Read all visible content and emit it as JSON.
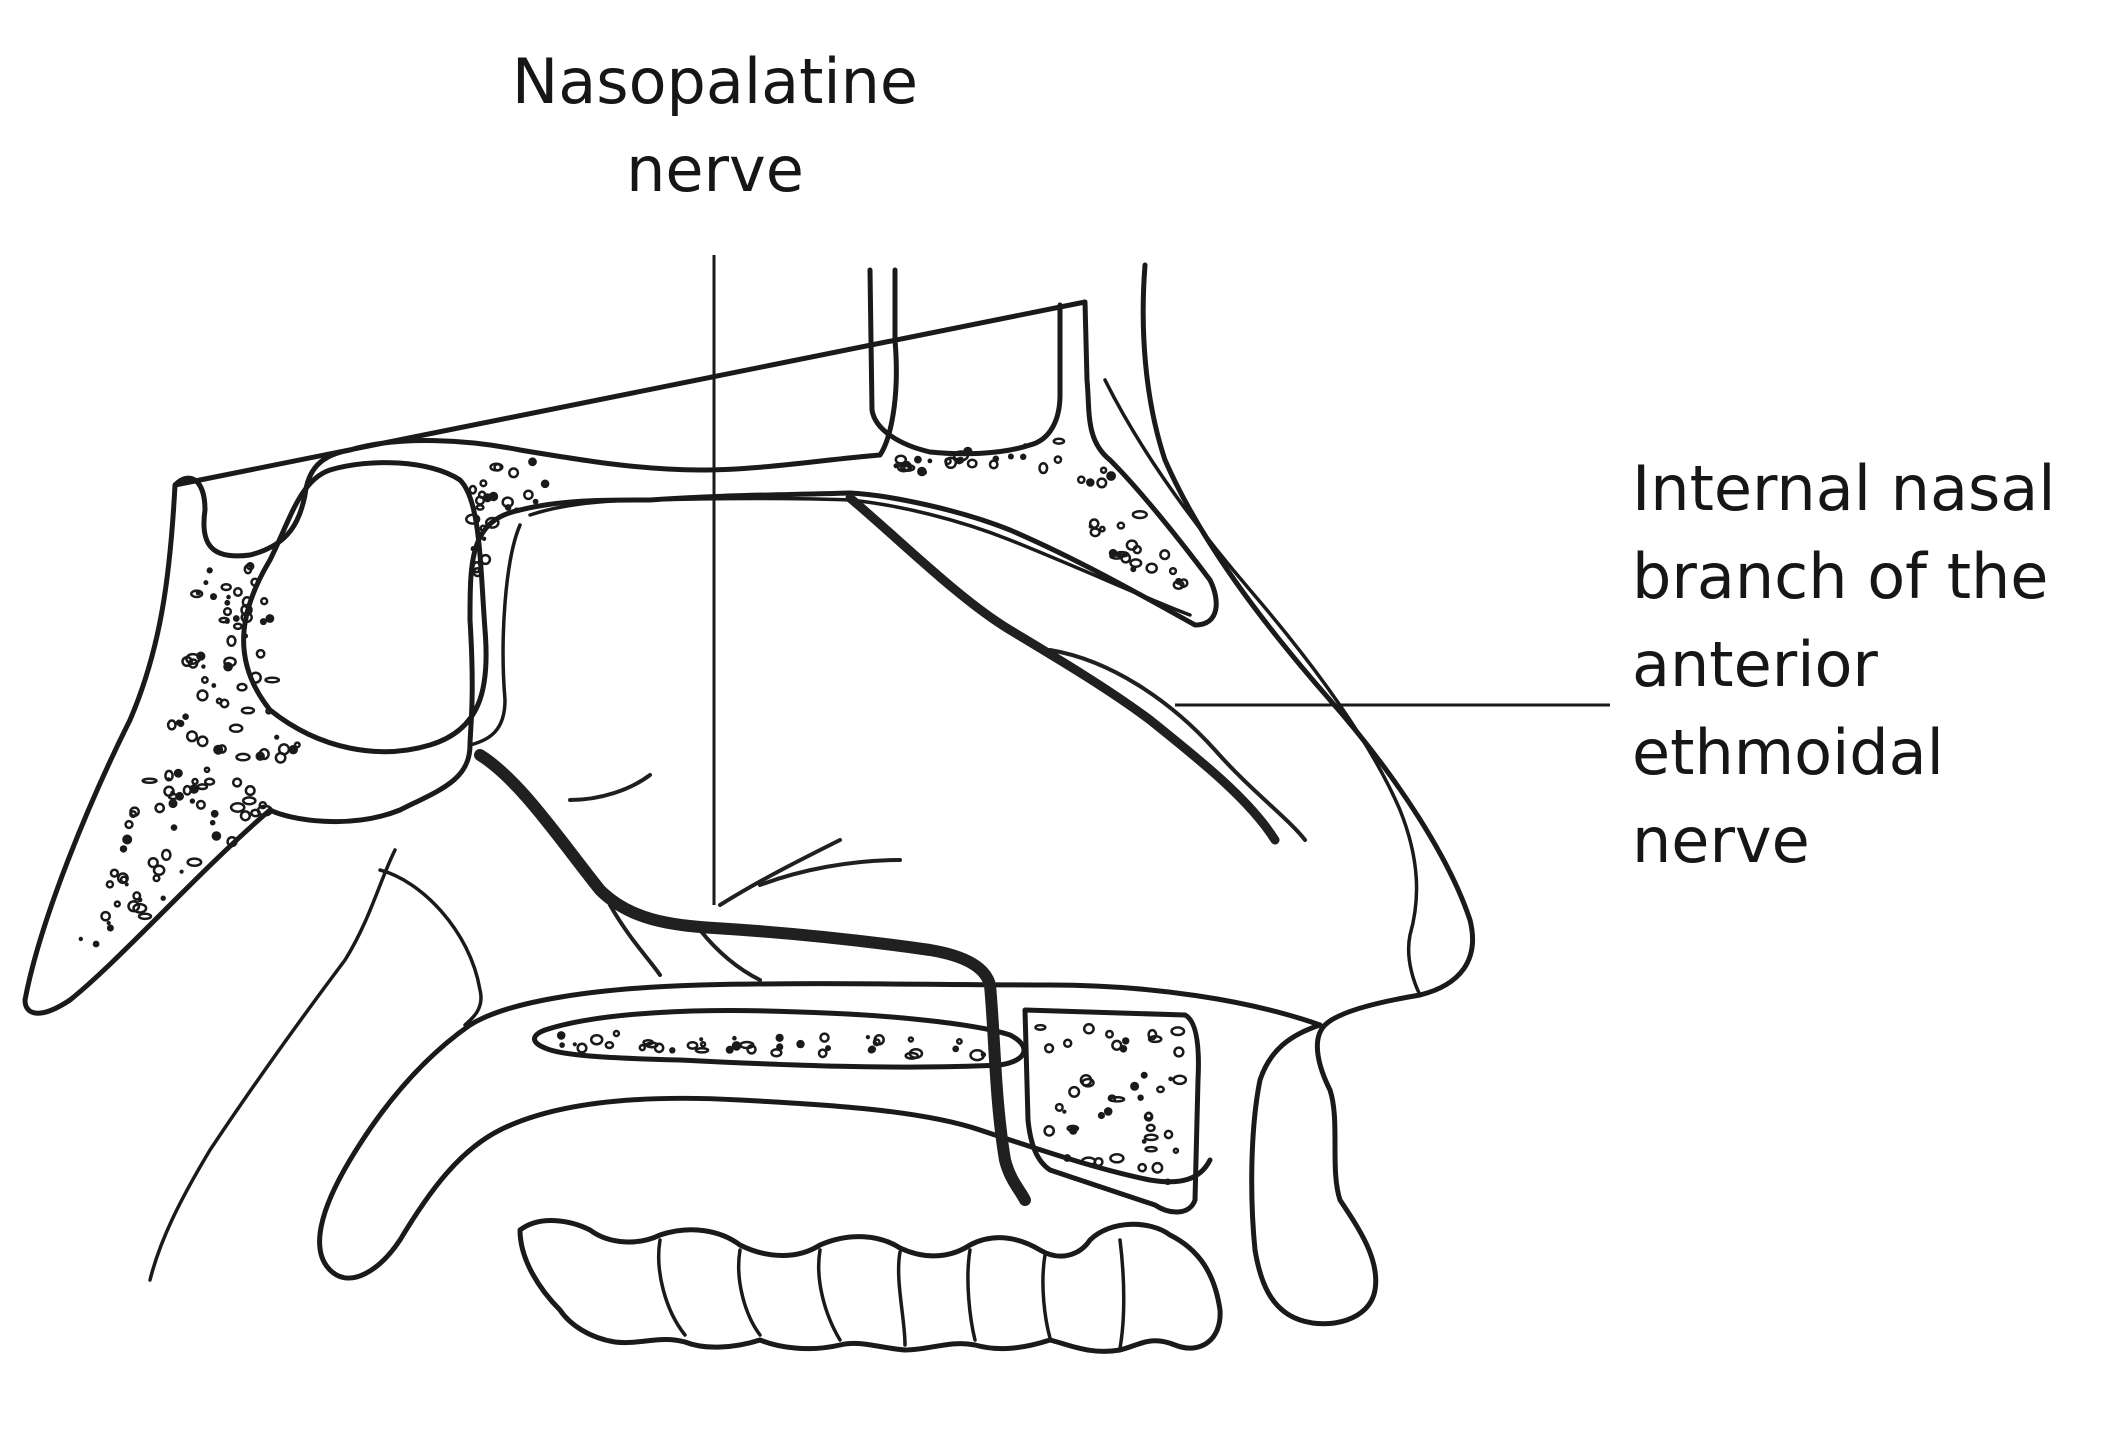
{
  "labels": {
    "nasopalatine": [
      "Nasopalatine",
      "nerve"
    ],
    "ethmoidal": [
      "Internal nasal",
      "branch of the",
      "anterior",
      "ethmoidal",
      "nerve"
    ]
  },
  "colors": {
    "ink": "#1a1a1a",
    "background": "#ffffff"
  }
}
